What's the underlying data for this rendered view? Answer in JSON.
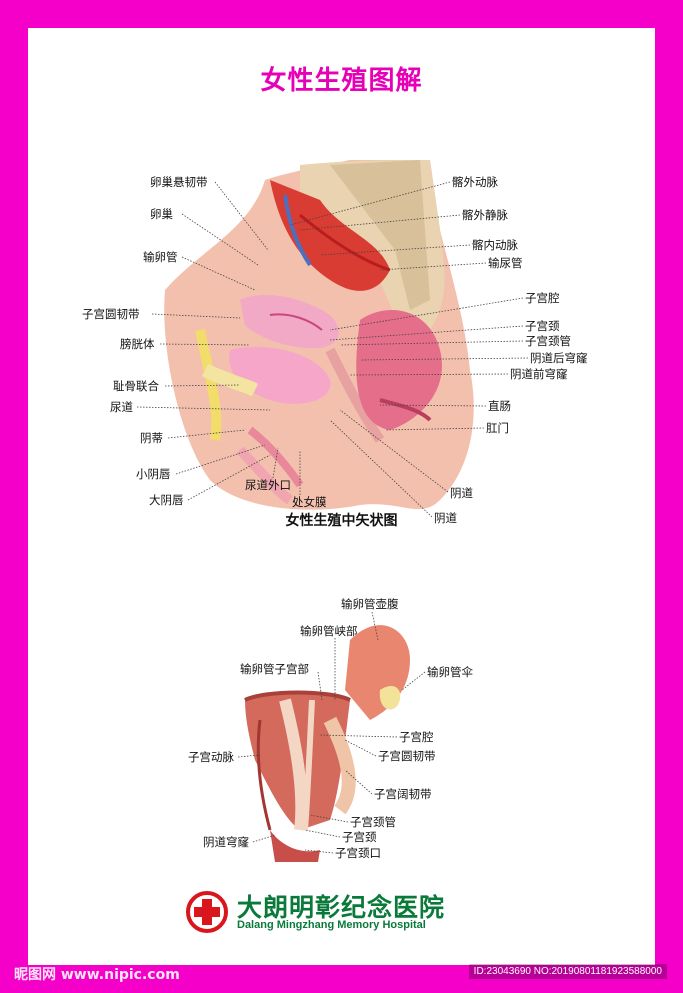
{
  "title": "女性生殖图解",
  "sagittal": {
    "caption": "女性生殖中矢状图",
    "labels_left": [
      "卵巢悬韧带",
      "卵巢",
      "输卵管",
      "子宫圆韧带",
      "膀胱体",
      "耻骨联合",
      "尿道",
      "阴蒂",
      "小阴唇",
      "大阴唇"
    ],
    "labels_bottom": [
      "尿道外口",
      "处女膜"
    ],
    "labels_right": [
      "髂外动脉",
      "髂外静脉",
      "髂内动脉",
      "输尿管",
      "子宫腔",
      "子宫颈",
      "子宫颈管",
      "阴道后穹窿",
      "阴道前穹窿",
      "直肠",
      "肛门",
      "阴道",
      "阴道"
    ]
  },
  "uterus": {
    "labels": [
      "输卵管壶腹",
      "输卵管峡部",
      "输卵管子宫部",
      "输卵管伞",
      "子宫腔",
      "子宫动脉",
      "子宫圆韧带",
      "子宫阔韧带",
      "子宫颈管",
      "子宫颈",
      "阴道穹窿",
      "子宫颈口"
    ]
  },
  "hospital": {
    "name_cn": "大朗明彰纪念医院",
    "name_en": "Dalang Mingzhang Memory Hospital"
  },
  "watermark": {
    "site": "昵图网 www.nipic.com",
    "id": "ID:23043690 NO:20190801181923588000"
  },
  "colors": {
    "background": "#f400c8",
    "title": "#e600b8",
    "brand": "#0a7a3a",
    "cross": "#d9161c"
  }
}
